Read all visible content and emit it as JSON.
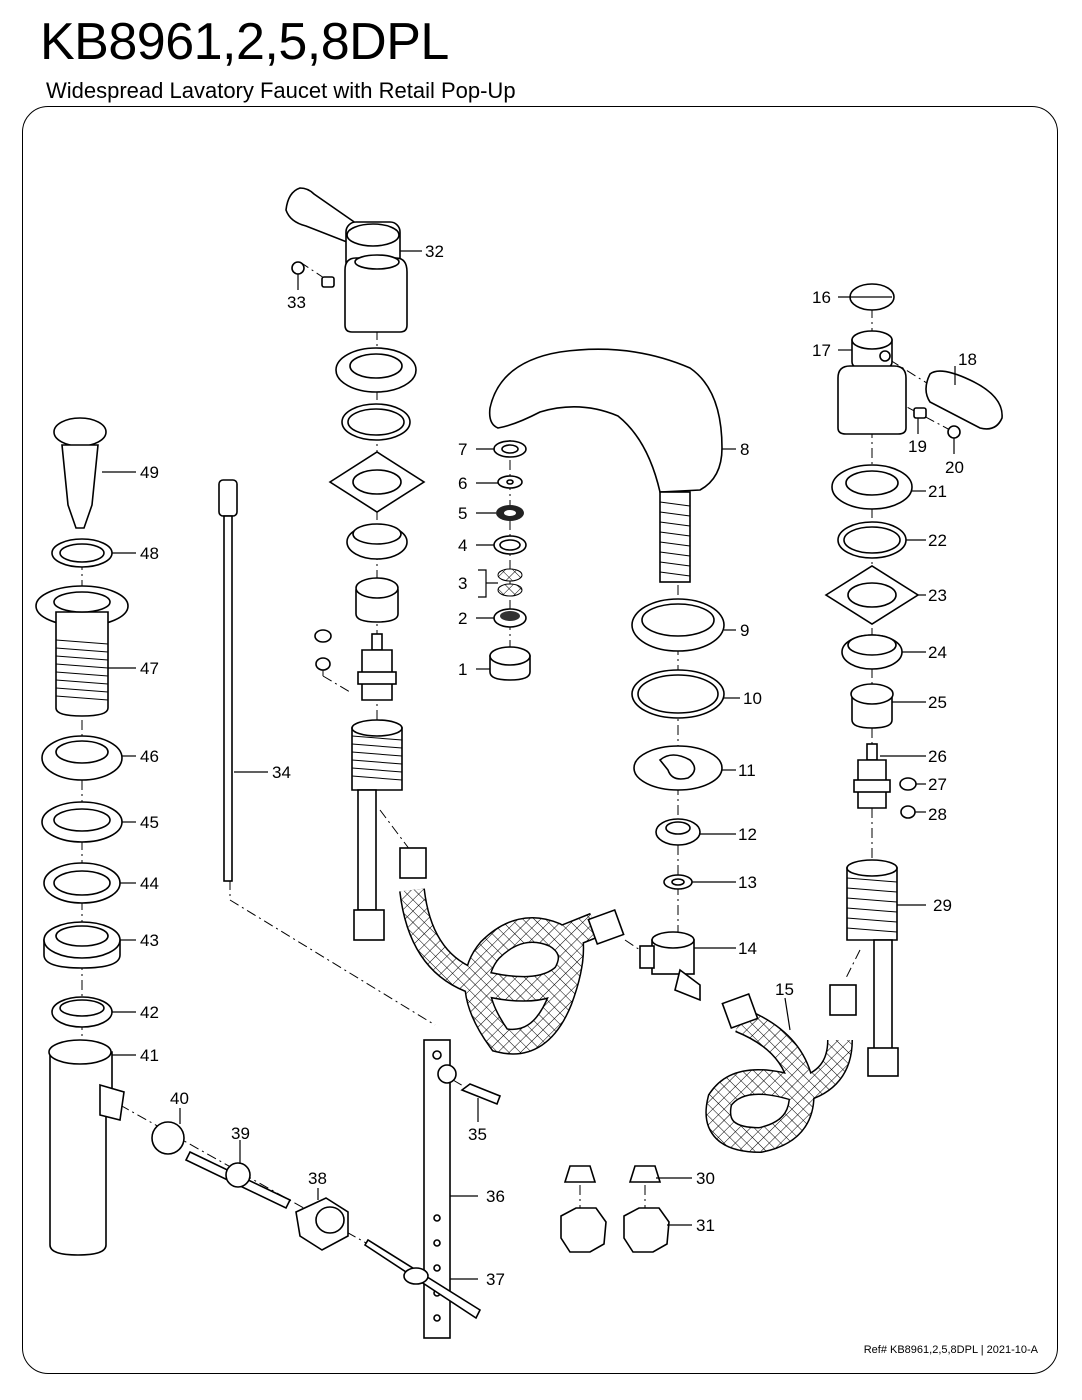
{
  "header": {
    "title": "KB8961,2,5,8DPL",
    "subtitle": "Widespread Lavatory Faucet with Retail Pop-Up"
  },
  "footer": {
    "reference": "Ref# KB8961,2,5,8DPL | 2021-10-A"
  },
  "callouts": [
    "1",
    "2",
    "3",
    "4",
    "5",
    "6",
    "7",
    "8",
    "9",
    "10",
    "11",
    "12",
    "13",
    "14",
    "15",
    "16",
    "17",
    "18",
    "19",
    "20",
    "21",
    "22",
    "23",
    "24",
    "25",
    "26",
    "27",
    "28",
    "29",
    "30",
    "31",
    "32",
    "33",
    "34",
    "35",
    "36",
    "37",
    "38",
    "39",
    "40",
    "41",
    "42",
    "43",
    "44",
    "45",
    "46",
    "47",
    "48",
    "49"
  ]
}
